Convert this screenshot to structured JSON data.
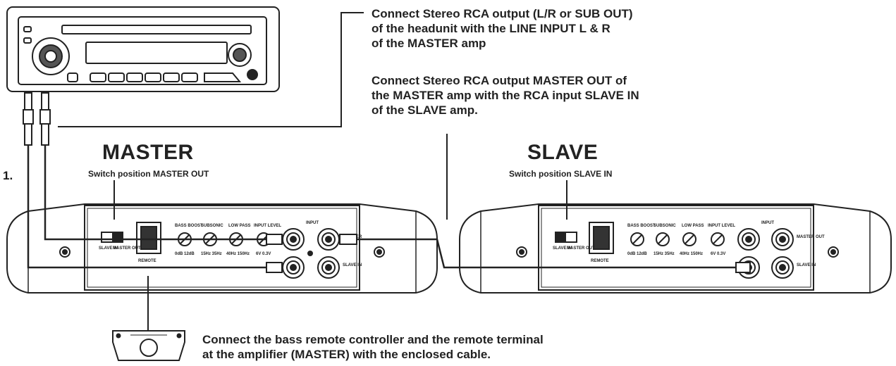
{
  "notes": {
    "headunit_connection": [
      "Connect Stereo RCA output (L/R or SUB OUT)",
      "of the headunit with the LINE INPUT L & R",
      "of the MASTER amp"
    ],
    "master_slave_connection": [
      "Connect Stereo RCA output MASTER OUT of",
      "the MASTER amp with the RCA input SLAVE IN",
      "of the SLAVE amp."
    ],
    "remote_connection": [
      "Connect the bass remote  controller and the remote terminal",
      "at the amplifier (MASTER) with the enclosed cable."
    ]
  },
  "step_number": "1.",
  "master": {
    "title": "MASTER",
    "switch_note": "Switch position MASTER OUT",
    "panel_labels": {
      "switch_left": "SLAVE IN",
      "switch_right": "MASTER OUT",
      "remote": "REMOTE",
      "bass_boost": "BASS BOOST",
      "bass_boost_range": "0dB 12dB",
      "subsonic": "SUBSONIC",
      "subsonic_range": "15Hz 35Hz",
      "low_pass": "LOW PASS",
      "low_pass_range": "40Hz 150Hz",
      "input_level": "INPUT LEVEL",
      "input_level_range": "6V 0.3V",
      "input": "INPUT",
      "master_out": "MASTER",
      "slave_in": "SLAVE IN"
    }
  },
  "slave": {
    "title": "SLAVE",
    "switch_note": "Switch position SLAVE IN",
    "panel_labels": {
      "switch_left": "SLAVE IN",
      "switch_right": "MASTER OUT",
      "remote": "REMOTE",
      "bass_boost": "BASS BOOST",
      "bass_boost_range": "0dB 12dB",
      "subsonic": "SUBSONIC",
      "subsonic_range": "15Hz 35Hz",
      "low_pass": "LOW PASS",
      "low_pass_range": "40Hz 150Hz",
      "input_level": "INPUT LEVEL",
      "input_level_range": "6V 0.3V",
      "input": "INPUT",
      "master_out": "MASTER OUT",
      "slave_in": "SLAVE IN"
    }
  },
  "colors": {
    "ink": "#222222",
    "paper": "#ffffff",
    "shade": "#d9d9d9"
  }
}
